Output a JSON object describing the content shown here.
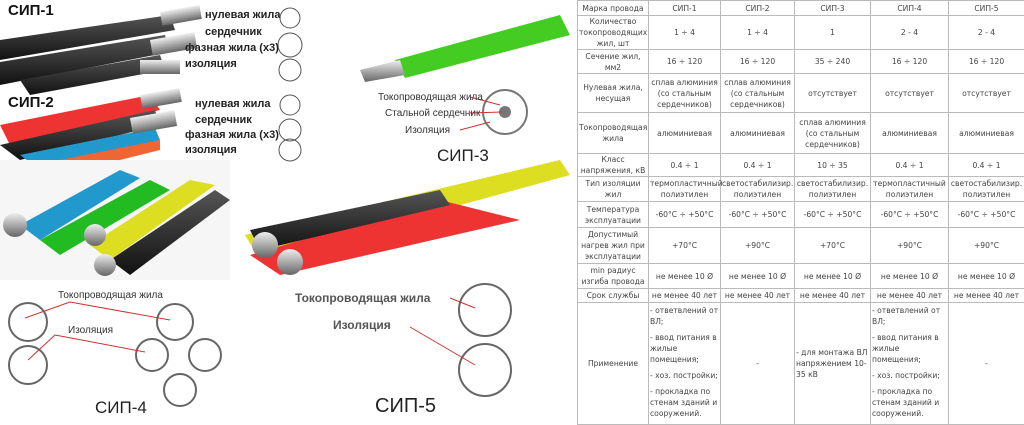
{
  "diagram": {
    "sip1": {
      "title": "СИП-1",
      "labels": [
        "нулевая жила",
        "сердечник",
        "фазная жила (x3)",
        "изоляция"
      ]
    },
    "sip2": {
      "title": "СИП-2",
      "labels": [
        "нулевая жила",
        "сердечник",
        "фазная жила (x3)",
        "изоляция"
      ]
    },
    "sip3": {
      "title": "СИП-3",
      "labels": [
        "Токопроводящая жила",
        "Стальной сердечник",
        "Изоляция"
      ]
    },
    "sip4": {
      "title": "СИП-4",
      "labels": [
        "Токопроводящая жила",
        "Изоляция"
      ]
    },
    "sip5": {
      "title": "СИП-5",
      "labels": [
        "Токопроводящая жила",
        "Изоляция"
      ]
    }
  },
  "table": {
    "header": [
      "Марка провода",
      "СИП-1",
      "СИП-2",
      "СИП-3",
      "СИП-4",
      "СИП-5"
    ],
    "rows": [
      [
        "Количество токопроводящих жил, шт",
        "1 ÷ 4",
        "1 ÷ 4",
        "1",
        "2 - 4",
        "2 - 4"
      ],
      [
        "Сечение жил, мм2",
        "16 ÷ 120",
        "16 ÷ 120",
        "35 ÷ 240",
        "16 ÷ 120",
        "16 ÷ 120"
      ],
      [
        "Нулевая жила, несущая",
        "сплав алюминия (со стальным сердечников)",
        "сплав алюминия (со стальным сердечников)",
        "отсутствует",
        "отсутствует",
        "отсутствует"
      ],
      [
        "Токопроводящая жила",
        "алюминиевая",
        "алюминиевая",
        "сплав алюминия (со стальным сердечников)",
        "алюминиевая",
        "алюминиевая"
      ],
      [
        "Класс напряжения, кВ",
        "0.4 ÷ 1",
        "0.4 ÷ 1",
        "10 ÷ 35",
        "0.4 ÷ 1",
        "0.4 ÷ 1"
      ],
      [
        "Тип изоляции жил",
        "термопластичный полиэтилен",
        "светостабилизир. полиэтилен",
        "светостабилизир. полиэтилен",
        "термопластичный полиэтилен",
        "светостабилизир. полиэтилен"
      ],
      [
        "Температура эксплуатации",
        "-60°С ÷ +50°С",
        "-60°С ÷ +50°С",
        "-60°С ÷ +50°С",
        "-60°С ÷ +50°С",
        "-60°С ÷ +50°С"
      ],
      [
        "Допустимый нагрев жил при эксплуатации",
        "+70°С",
        "+90°С",
        "+70°С",
        "+90°С",
        "+90°С"
      ],
      [
        "min радиус изгиба провода",
        "не менее 10 Ø",
        "не менее 10 Ø",
        "не менее 10 Ø",
        "не менее 10 Ø",
        "не менее 10 Ø"
      ],
      [
        "Срок службы",
        "не менее 40 лет",
        "не менее 40 лет",
        "не менее 40 лет",
        "не менее 40 лет",
        "не менее 40 лет"
      ]
    ],
    "application": {
      "label": "Применение",
      "sip1": [
        "- ответвлений от ВЛ;",
        "- ввод питания в жилые помещения;",
        "- хоз. постройки;",
        "- прокладка по стенам зданий и сооружений."
      ],
      "sip2": "-",
      "sip3": "- для монтажа ВЛ напряжением 10-35 кВ",
      "sip4": [
        "- ответвлений от ВЛ;",
        "- ввод питания в жилые помещения;",
        "- хоз. постройки;",
        "- прокладка по стенам зданий и сооружений."
      ],
      "sip5": "-"
    }
  }
}
